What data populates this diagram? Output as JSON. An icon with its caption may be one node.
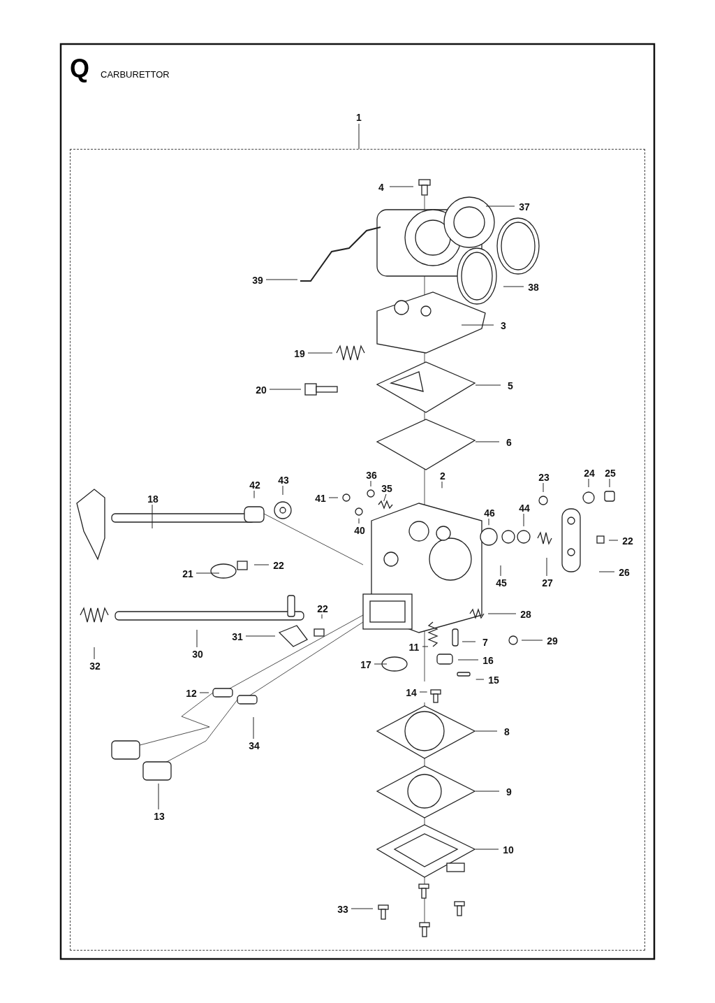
{
  "diagram": {
    "title": "CARBURETTOR",
    "nodes": [
      {
        "text": [
          "1"
        ]
      },
      {
        "text": [],
        "shape": "box"
      },
      {
        "text": [
          "4"
        ],
        "in": 1
      },
      {
        "text": [
          "37"
        ],
        "in": 1
      },
      {
        "text": [
          "39"
        ],
        "in": 1
      },
      {
        "text": [
          "38"
        ],
        "in": 1
      },
      {
        "text": [
          "3"
        ],
        "in": 1
      },
      {
        "text": [
          "19"
        ],
        "in": 1
      },
      {
        "text": [
          "20"
        ],
        "in": 1
      },
      {
        "text": [
          "5"
        ],
        "in": 1
      },
      {
        "text": [
          "6"
        ],
        "in": 1
      },
      {
        "text": [
          "42"
        ],
        "in": 1
      },
      {
        "text": [
          "43"
        ],
        "in": 1
      },
      {
        "text": [
          "36"
        ],
        "in": 1
      },
      {
        "text": [
          "35"
        ],
        "in": 1
      },
      {
        "text": [
          "2"
        ],
        "in": 1
      },
      {
        "text": [
          "23"
        ],
        "in": 1
      },
      {
        "text": [
          "24"
        ],
        "in": 1
      },
      {
        "text": [
          "25"
        ],
        "in": 1
      },
      {
        "text": [
          "18"
        ],
        "in": 1
      },
      {
        "text": [
          "41"
        ],
        "in": 1
      },
      {
        "text": [
          "46"
        ],
        "in": 1
      },
      {
        "text": [
          "44"
        ],
        "in": 1
      },
      {
        "text": [
          "40"
        ],
        "in": 1
      },
      {
        "text": [
          "22"
        ],
        "in": 1
      },
      {
        "text": [
          "22"
        ],
        "in": 1
      },
      {
        "text": [
          "21"
        ],
        "in": 1
      },
      {
        "text": [
          "45"
        ],
        "in": 1
      },
      {
        "text": [
          "27"
        ],
        "in": 1
      },
      {
        "text": [
          "26"
        ],
        "in": 1
      },
      {
        "text": [
          "22"
        ],
        "in": 1
      },
      {
        "text": [
          "28"
        ],
        "in": 1
      },
      {
        "text": [
          "29"
        ],
        "in": 1
      },
      {
        "text": [
          "31"
        ],
        "in": 1
      },
      {
        "text": [
          "7"
        ],
        "in": 1
      },
      {
        "text": [
          "30"
        ],
        "in": 1
      },
      {
        "text": [
          "11"
        ],
        "in": 1
      },
      {
        "text": [
          "32"
        ],
        "in": 1
      },
      {
        "text": [
          "16"
        ],
        "in": 1
      },
      {
        "text": [
          "17"
        ],
        "in": 1
      },
      {
        "text": [
          "15"
        ],
        "in": 1
      },
      {
        "text": [
          "14"
        ],
        "in": 1
      },
      {
        "text": [
          "12"
        ],
        "in": 1
      },
      {
        "text": [
          "8"
        ],
        "in": 1
      },
      {
        "text": [
          "34"
        ],
        "in": 1
      },
      {
        "text": [
          "9"
        ],
        "in": 1
      },
      {
        "text": [
          "13"
        ],
        "in": 1
      },
      {
        "text": [
          "10"
        ],
        "in": 1
      },
      {
        "text": [
          "33"
        ],
        "in": 1
      }
    ],
    "edges": [
      {
        "from": 0,
        "to": 1,
        "arrow": "none"
      },
      {
        "from": 2,
        "to": null,
        "arrow": "none"
      },
      {
        "from": 3,
        "to": null,
        "arrow": "none"
      },
      {
        "from": 4,
        "to": null,
        "arrow": "none"
      },
      {
        "from": 5,
        "to": null,
        "arrow": "none"
      },
      {
        "from": 6,
        "to": null,
        "arrow": "none"
      },
      {
        "from": 7,
        "to": null,
        "arrow": "none"
      },
      {
        "from": 8,
        "to": null,
        "arrow": "none"
      },
      {
        "from": 9,
        "to": null,
        "arrow": "none"
      },
      {
        "from": 10,
        "to": null,
        "arrow": "none"
      },
      {
        "from": 11,
        "to": null,
        "arrow": "none"
      },
      {
        "from": 12,
        "to": null,
        "arrow": "none"
      },
      {
        "from": 13,
        "to": null,
        "arrow": "none"
      },
      {
        "from": 14,
        "to": null,
        "arrow": "none"
      },
      {
        "from": 15,
        "to": null,
        "arrow": "none"
      },
      {
        "from": 16,
        "to": null,
        "arrow": "none"
      },
      {
        "from": 17,
        "to": null,
        "arrow": "none"
      },
      {
        "from": 18,
        "to": null,
        "arrow": "none"
      },
      {
        "from": 19,
        "to": null,
        "arrow": "none"
      },
      {
        "from": 20,
        "to": null,
        "arrow": "none"
      },
      {
        "from": 21,
        "to": null,
        "arrow": "none"
      },
      {
        "from": 22,
        "to": null,
        "arrow": "none"
      },
      {
        "from": 23,
        "to": null,
        "arrow": "none"
      },
      {
        "from": 24,
        "to": null,
        "arrow": "none"
      },
      {
        "from": 25,
        "to": null,
        "arrow": "none"
      },
      {
        "from": 26,
        "to": null,
        "arrow": "none"
      },
      {
        "from": 27,
        "to": null,
        "arrow": "none"
      },
      {
        "from": 28,
        "to": null,
        "arrow": "none"
      },
      {
        "from": 29,
        "to": null,
        "arrow": "none"
      },
      {
        "from": 30,
        "to": null,
        "arrow": "none"
      },
      {
        "from": 31,
        "to": null,
        "arrow": "none"
      },
      {
        "from": 32,
        "to": null,
        "arrow": "none"
      },
      {
        "from": 33,
        "to": null,
        "arrow": "none"
      },
      {
        "from": 34,
        "to": null,
        "arrow": "none"
      },
      {
        "from": 35,
        "to": null,
        "arrow": "none"
      },
      {
        "from": 36,
        "to": null,
        "arrow": "none"
      },
      {
        "from": 37,
        "to": null,
        "arrow": "none"
      },
      {
        "from": 38,
        "to": null,
        "arrow": "none"
      },
      {
        "from": 39,
        "to": null,
        "arrow": "none"
      },
      {
        "from": 40,
        "to": null,
        "arrow": "none"
      },
      {
        "from": 41,
        "to": null,
        "arrow": "none"
      },
      {
        "from": 42,
        "to": null,
        "arrow": "none"
      },
      {
        "from": 43,
        "to": null,
        "arrow": "none"
      },
      {
        "from": 44,
        "to": null,
        "arrow": "none"
      },
      {
        "from": 45,
        "to": null,
        "arrow": "none"
      },
      {
        "from": 46,
        "to": null,
        "arrow": "none"
      },
      {
        "from": 47,
        "to": null,
        "arrow": "none"
      },
      {
        "from": 48,
        "to": null,
        "arrow": "none"
      }
    ],
    "labels": [
      "Q"
    ]
  }
}
